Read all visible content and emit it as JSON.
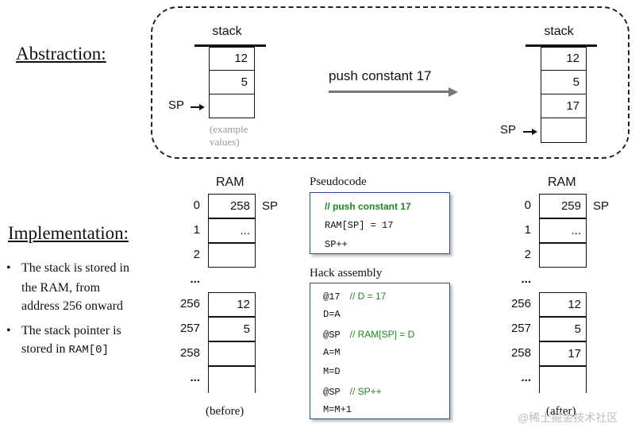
{
  "abstraction": {
    "label": "Abstraction:",
    "before_stack": {
      "title": "stack",
      "values": [
        "12",
        "5",
        ""
      ],
      "sp_label": "SP",
      "note_line1": "(example",
      "note_line2": "values)"
    },
    "command": "push constant 17",
    "after_stack": {
      "title": "stack",
      "values": [
        "12",
        "5",
        "17",
        ""
      ],
      "sp_label": "SP"
    }
  },
  "implementation": {
    "label": "Implementation:",
    "bullets": [
      {
        "marker": "•",
        "line1": "The stack is stored in",
        "line2": "the RAM, from",
        "line3": "address 256 onward"
      },
      {
        "marker": "•",
        "line1": "The stack pointer is",
        "line2_text": "stored in ",
        "line2_code": "RAM[0]"
      }
    ]
  },
  "ram_before": {
    "title": "RAM",
    "caption": "(before)",
    "sp_label": "SP",
    "addresses": [
      "0",
      "1",
      "2",
      "...",
      "256",
      "257",
      "258",
      "..."
    ],
    "values": [
      "258",
      "...",
      "",
      "",
      "12",
      "5",
      "",
      ""
    ]
  },
  "ram_after": {
    "title": "RAM",
    "caption": "(after)",
    "sp_label": "SP",
    "addresses": [
      "0",
      "1",
      "2",
      "...",
      "256",
      "257",
      "258",
      "..."
    ],
    "values": [
      "259",
      "...",
      "",
      "",
      "12",
      "5",
      "17",
      ""
    ]
  },
  "pseudocode": {
    "title": "Pseudocode",
    "comment": "// push constant 17",
    "line1": "RAM[SP] = 17",
    "line2": "SP++"
  },
  "hack": {
    "title": "Hack assembly",
    "lines": [
      {
        "code": "@17",
        "comment": "// D = 17"
      },
      {
        "code": "D=A",
        "comment": ""
      },
      {
        "code": "@SP",
        "comment": "// RAM[SP] = D"
      },
      {
        "code": "A=M",
        "comment": ""
      },
      {
        "code": "M=D",
        "comment": ""
      },
      {
        "code": "@SP",
        "comment": "// SP++"
      },
      {
        "code": "M=M+1",
        "comment": ""
      }
    ]
  },
  "watermark": "@稀土掘金技术社区",
  "colors": {
    "code_border": "#2a4f9a",
    "comment_green": "#1a8a1a",
    "arrow_gray": "#777777",
    "note_gray": "#9a9a9a"
  }
}
